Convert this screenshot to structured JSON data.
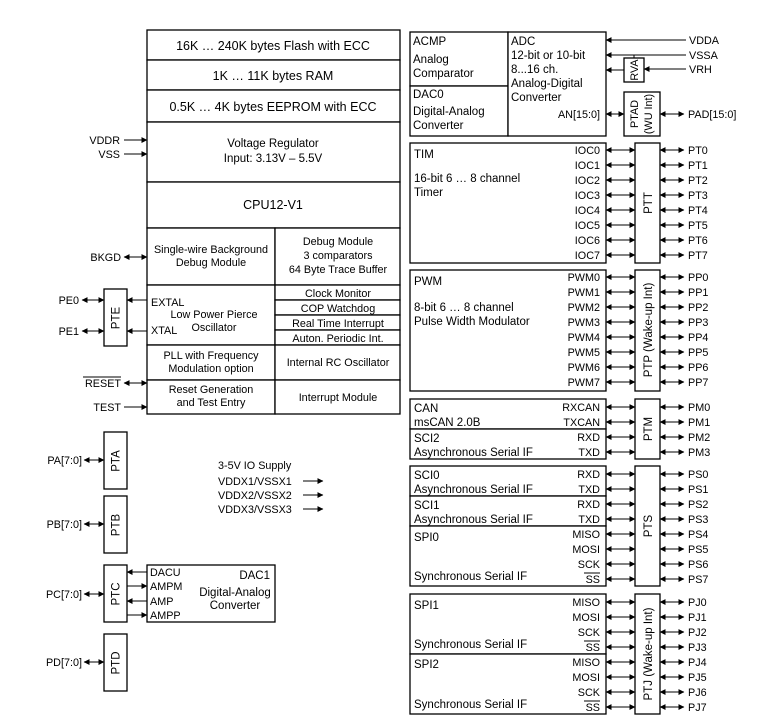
{
  "diagram": {
    "memory": {
      "flash": "16K … 240K bytes Flash with ECC",
      "ram": "1K … 11K bytes RAM",
      "eeprom": "0.5K … 4K bytes EEPROM with ECC"
    },
    "regulator": {
      "line1": "Voltage Regulator",
      "line2": "Input: 3.13V – 5.5V",
      "pin_vddr": "VDDR",
      "pin_vss": "VSS"
    },
    "cpu": "CPU12-V1",
    "bdm": {
      "line1": "Single-wire Background",
      "line2": "Debug Module",
      "pin": "BKGD"
    },
    "debug": {
      "line1": "Debug Module",
      "line2": "3 comparators",
      "line3": "64 Byte Trace Buffer"
    },
    "osc": {
      "extal": "EXTAL",
      "xtal": "XTAL",
      "line1": "Low Power Pierce",
      "line2": "Oscillator"
    },
    "clock_list": [
      "Clock Monitor",
      "COP Watchdog",
      "Real Time Interrupt",
      "Auton. Periodic Int."
    ],
    "pll": {
      "line1": "PLL with Frequency",
      "line2": "Modulation option"
    },
    "irc": "Internal RC Oscillator",
    "reset": {
      "line1": "Reset Generation",
      "line2": "and Test Entry",
      "pin_reset": "RESET",
      "pin_test": "TEST"
    },
    "interrupt": "Interrupt Module",
    "pte": {
      "name": "PTE",
      "pins": [
        "PE0",
        "PE1"
      ]
    },
    "left_ports": [
      {
        "name": "PTA",
        "pin": "PA[7:0]"
      },
      {
        "name": "PTB",
        "pin": "PB[7:0]"
      },
      {
        "name": "PTC",
        "pin": "PC[7:0]"
      },
      {
        "name": "PTD",
        "pin": "PD[7:0]"
      }
    ],
    "supply": {
      "title": "3-5V IO Supply",
      "lines": [
        "VDDX1/VSSX1",
        "VDDX2/VSSX2",
        "VDDX3/VSSX3"
      ]
    },
    "dac1": {
      "title": "DAC1",
      "line1": "Digital-Analog",
      "line2": "Converter",
      "signals": [
        "DACU",
        "AMPM",
        "AMP",
        "AMPP"
      ]
    },
    "acmp": {
      "title": "ACMP",
      "line1": "Analog",
      "line2": "Comparator"
    },
    "dac0": {
      "title": "DAC0",
      "line1": "Digital-Analog",
      "line2": "Converter"
    },
    "adc": {
      "title": "ADC",
      "line1": "12-bit or 10-bit",
      "line2": "8...16 ch.",
      "line3": "Analog-Digital",
      "line4": "Converter",
      "signal": "AN[15:0]"
    },
    "rvact": "RVA",
    "ptad": {
      "line1": "PTAD",
      "line2": "(WU Int)",
      "pin": "PAD[15:0]"
    },
    "analog_pins": [
      "VDDA",
      "VSSA",
      "VRH"
    ],
    "tim": {
      "title": "TIM",
      "line1": "16-bit 6 … 8 channel",
      "line2": "Timer",
      "signals": [
        "IOC0",
        "IOC1",
        "IOC2",
        "IOC3",
        "IOC4",
        "IOC5",
        "IOC6",
        "IOC7"
      ]
    },
    "ptt": {
      "name": "PTT",
      "pins": [
        "PT0",
        "PT1",
        "PT2",
        "PT3",
        "PT4",
        "PT5",
        "PT6",
        "PT7"
      ]
    },
    "pwm": {
      "title": "PWM",
      "line1": "8-bit 6 … 8 channel",
      "line2": "Pulse Width Modulator",
      "signals": [
        "PWM0",
        "PWM1",
        "PWM2",
        "PWM3",
        "PWM4",
        "PWM5",
        "PWM6",
        "PWM7"
      ]
    },
    "ptp": {
      "name": "PTP (Wake-up Int)",
      "pins": [
        "PP0",
        "PP1",
        "PP2",
        "PP3",
        "PP4",
        "PP5",
        "PP6",
        "PP7"
      ]
    },
    "can": {
      "title": "CAN",
      "line1": "msCAN 2.0B",
      "signals": [
        "RXCAN",
        "TXCAN"
      ]
    },
    "sci2": {
      "title": "SCI2",
      "line1": "Asynchronous Serial IF",
      "signals": [
        "RXD",
        "TXD"
      ]
    },
    "ptm": {
      "name": "PTM",
      "pins": [
        "PM0",
        "PM1",
        "PM2",
        "PM3"
      ]
    },
    "sci0": {
      "title": "SCI0",
      "line1": "Asynchronous Serial IF",
      "signals": [
        "RXD",
        "TXD"
      ]
    },
    "sci1": {
      "title": "SCI1",
      "line1": "Asynchronous Serial IF",
      "signals": [
        "RXD",
        "TXD"
      ]
    },
    "spi0": {
      "title": "SPI0",
      "line1": "Synchronous Serial IF",
      "signals": [
        "MISO",
        "MOSI",
        "SCK",
        "SS"
      ]
    },
    "pts": {
      "name": "PTS",
      "pins": [
        "PS0",
        "PS1",
        "PS2",
        "PS3",
        "PS4",
        "PS5",
        "PS6",
        "PS7"
      ]
    },
    "spi1": {
      "title": "SPI1",
      "line1": "Synchronous Serial IF",
      "signals": [
        "MISO",
        "MOSI",
        "SCK",
        "SS"
      ]
    },
    "spi2": {
      "title": "SPI2",
      "line1": "Synchronous Serial IF",
      "signals": [
        "MISO",
        "MOSI",
        "SCK",
        "SS"
      ]
    },
    "ptj": {
      "name": "PTJ (Wake-up Int)",
      "pins": [
        "PJ0",
        "PJ1",
        "PJ2",
        "PJ3",
        "PJ4",
        "PJ5",
        "PJ6",
        "PJ7"
      ]
    }
  }
}
